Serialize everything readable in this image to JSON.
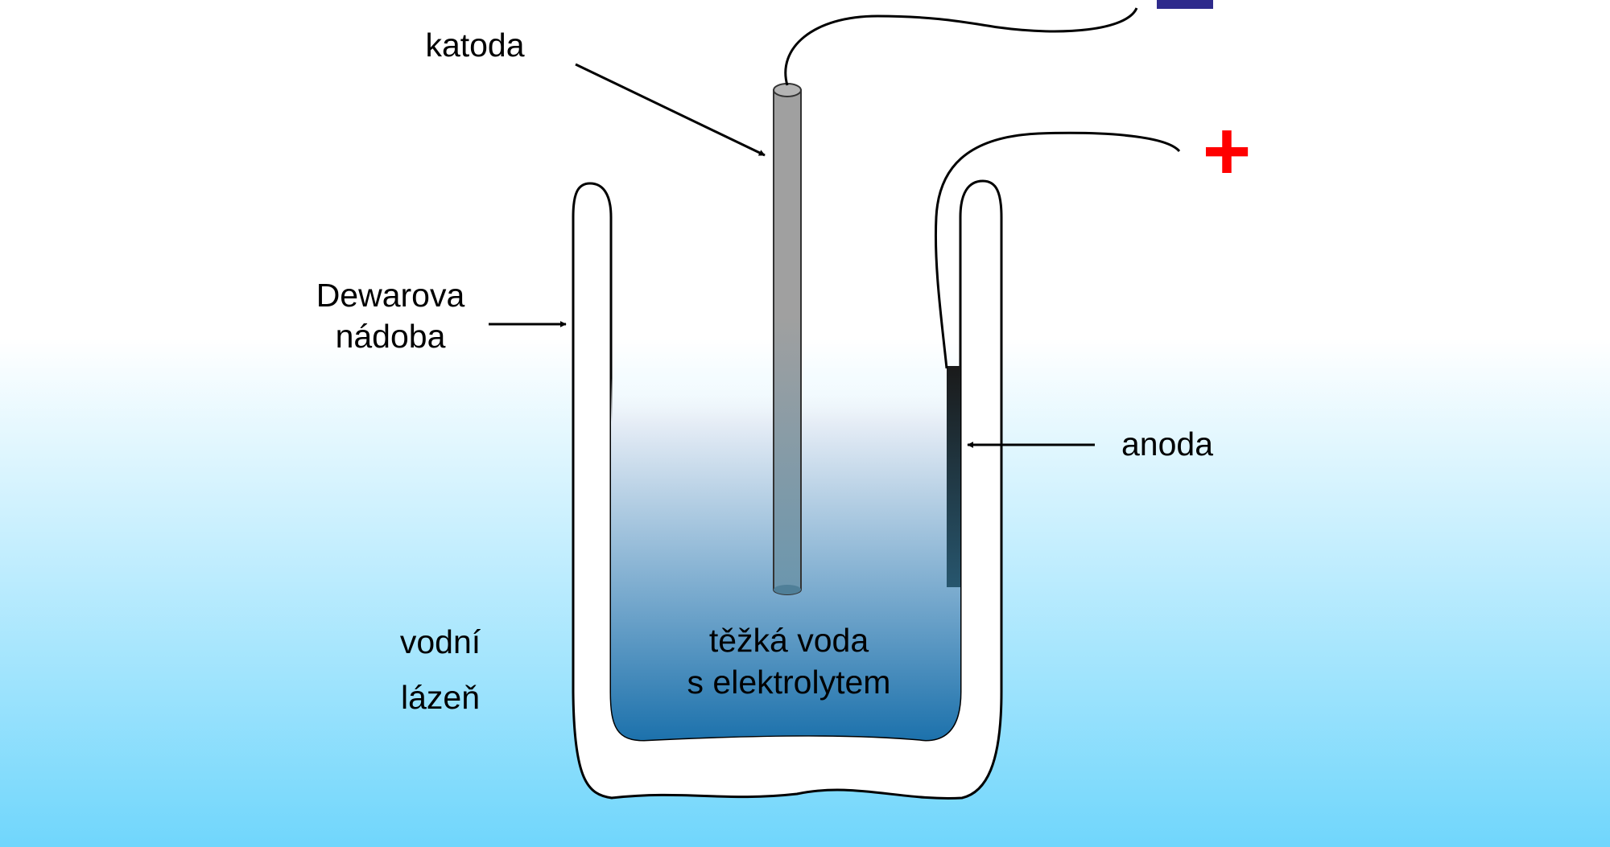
{
  "labels": {
    "cathode": "katoda",
    "dewar_line1": "Dewarova",
    "dewar_line2": "nádoba",
    "anode": "anoda",
    "bath_line1": "vodní",
    "bath_line2": "lázeň",
    "liquid_line1": "těžká voda",
    "liquid_line2": "s elektrolytem"
  },
  "terminals": {
    "negative": "–",
    "positive": "+"
  },
  "colors": {
    "bath_top": "#ffffff",
    "bath_bottom": "#70d6fc",
    "liquid_top": "#e6edf6",
    "liquid_bottom": "#1a70ab",
    "cathode_top": "#a0a0a0",
    "cathode_bottom": "#6a96ae",
    "anode_top": "#1a1a1a",
    "anode_bottom": "#27566e",
    "negative_terminal": "#2e2a8c",
    "positive_terminal": "#ff0000"
  }
}
